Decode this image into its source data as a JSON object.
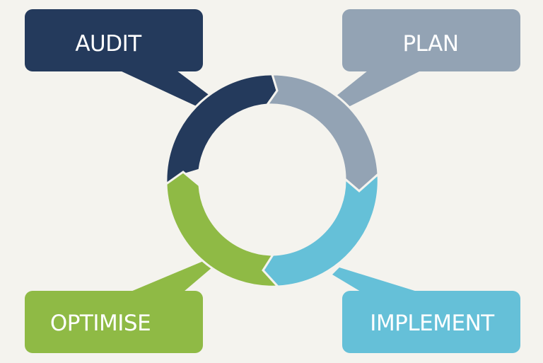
{
  "background": "#f4f3ee",
  "stages": [
    {
      "key": "audit",
      "label": "AUDIT",
      "color": "#243a5c"
    },
    {
      "key": "plan",
      "label": "PLAN",
      "color": "#93a3b4"
    },
    {
      "key": "implement",
      "label": "IMPLEMENT",
      "color": "#65c0d8"
    },
    {
      "key": "optimise",
      "label": "OPTIMISE",
      "color": "#8fba45"
    }
  ]
}
